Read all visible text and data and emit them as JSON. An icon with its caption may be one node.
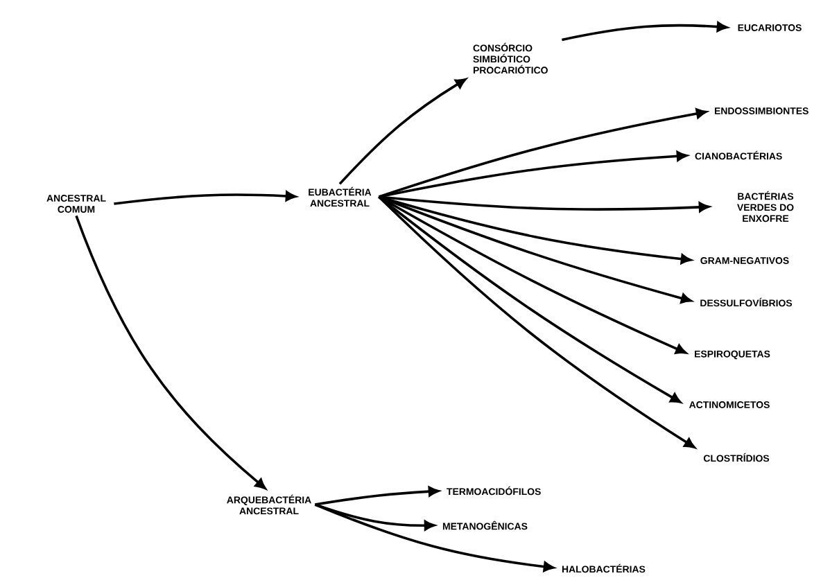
{
  "diagram": {
    "nodes": [
      {
        "text": [
          "ANCESTRAL COMUM"
        ]
      },
      {
        "text": [
          "EUBACTÉRIA ANCESTRAL"
        ]
      },
      {
        "text": [
          "CONSÓRCIO SIMBIÓTICO PROCARIÓTICO"
        ]
      },
      {
        "text": [
          "EUCARIOTOS"
        ]
      },
      {
        "text": [
          "ENDOSSIMBIONTES"
        ]
      },
      {
        "text": [
          "CIANOBACTÉRIAS"
        ]
      },
      {
        "text": [
          "BACTÉRIAS VERDES DO ENXOFRE"
        ]
      },
      {
        "text": [
          "GRAM-NEGATIVOS"
        ]
      },
      {
        "text": [
          "DESSULFOVÍBRIOS"
        ]
      },
      {
        "text": [
          "ESPIROQUETAS"
        ]
      },
      {
        "text": [
          "ACTINOMICETOS"
        ]
      },
      {
        "text": [
          "CLOSTRÍDIOS"
        ]
      },
      {
        "text": [
          "ARQUEBACTÉRIA ANCESTRAL"
        ]
      },
      {
        "text": [
          "TERMOACIDÓFILOS"
        ]
      },
      {
        "text": [
          "METANOGÊNICAS"
        ]
      },
      {
        "text": [
          "HALOBACTÉRIAS"
        ]
      }
    ],
    "edges": [
      {
        "from": 0,
        "to": 1,
        "arrow": "to"
      },
      {
        "from": 0,
        "to": 12,
        "arrow": "to"
      },
      {
        "from": 1,
        "to": 2,
        "arrow": "to"
      },
      {
        "from": 2,
        "to": 3,
        "arrow": "to"
      },
      {
        "from": 1,
        "to": 4,
        "arrow": "to"
      },
      {
        "from": 1,
        "to": 5,
        "arrow": "to"
      },
      {
        "from": 1,
        "to": 6,
        "arrow": "to"
      },
      {
        "from": 1,
        "to": 7,
        "arrow": "to"
      },
      {
        "from": 1,
        "to": 8,
        "arrow": "to"
      },
      {
        "from": 1,
        "to": 9,
        "arrow": "to"
      },
      {
        "from": 1,
        "to": 10,
        "arrow": "to"
      },
      {
        "from": 1,
        "to": 11,
        "arrow": "to"
      },
      {
        "from": 12,
        "to": 13,
        "arrow": "to"
      },
      {
        "from": 12,
        "to": 14,
        "arrow": "to"
      },
      {
        "from": 12,
        "to": 15,
        "arrow": "to"
      }
    ]
  }
}
